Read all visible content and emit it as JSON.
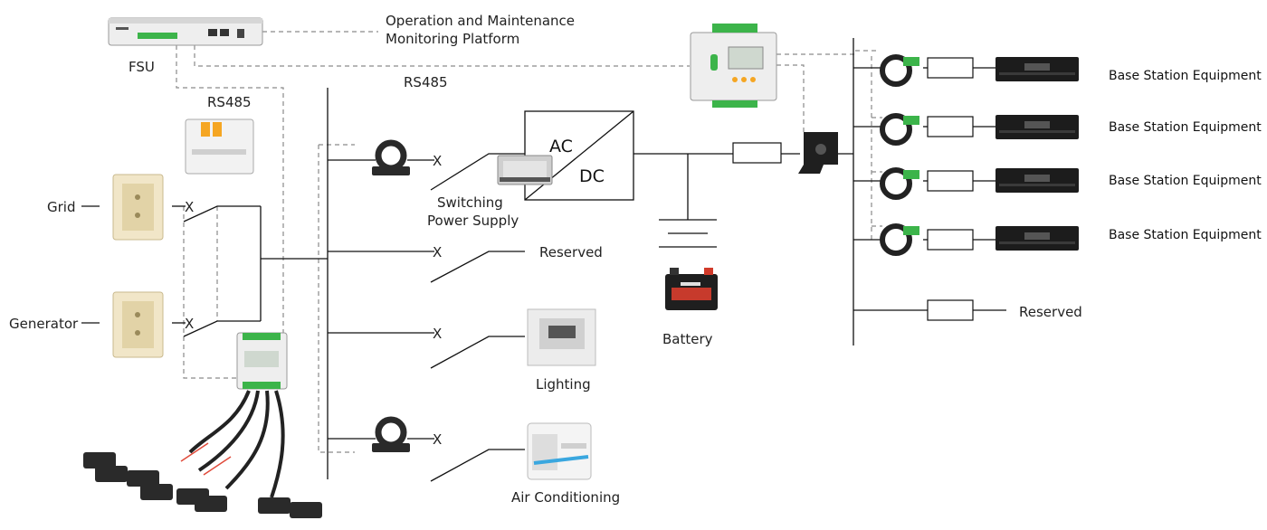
{
  "labels": {
    "fsu": "FSU",
    "platform_line1": "Operation and Maintenance",
    "platform_line2": "Monitoring Platform",
    "rs485_left": "RS485",
    "rs485_top": "RS485",
    "grid": "Grid",
    "generator": "Generator",
    "switching_line1": "Switching",
    "switching_line2": "Power Supply",
    "ac": "AC",
    "dc": "DC",
    "reserved_mid": "Reserved",
    "lighting": "Lighting",
    "air_conditioning": "Air Conditioning",
    "battery": "Battery",
    "base_station_1": "Base Station Equipment",
    "base_station_2": "Base Station Equipment",
    "base_station_3": "Base Station Equipment",
    "base_station_4": "Base Station Equipment",
    "reserved_right": "Reserved",
    "switch_mark": "X"
  },
  "colors": {
    "line": "#111111",
    "dashed": "#8a8a8a",
    "device_body": "#e9e9e9",
    "terminal_green": "#3cb44a",
    "ct_dark": "#2a2a2a",
    "rack": "#1c1c1c"
  }
}
